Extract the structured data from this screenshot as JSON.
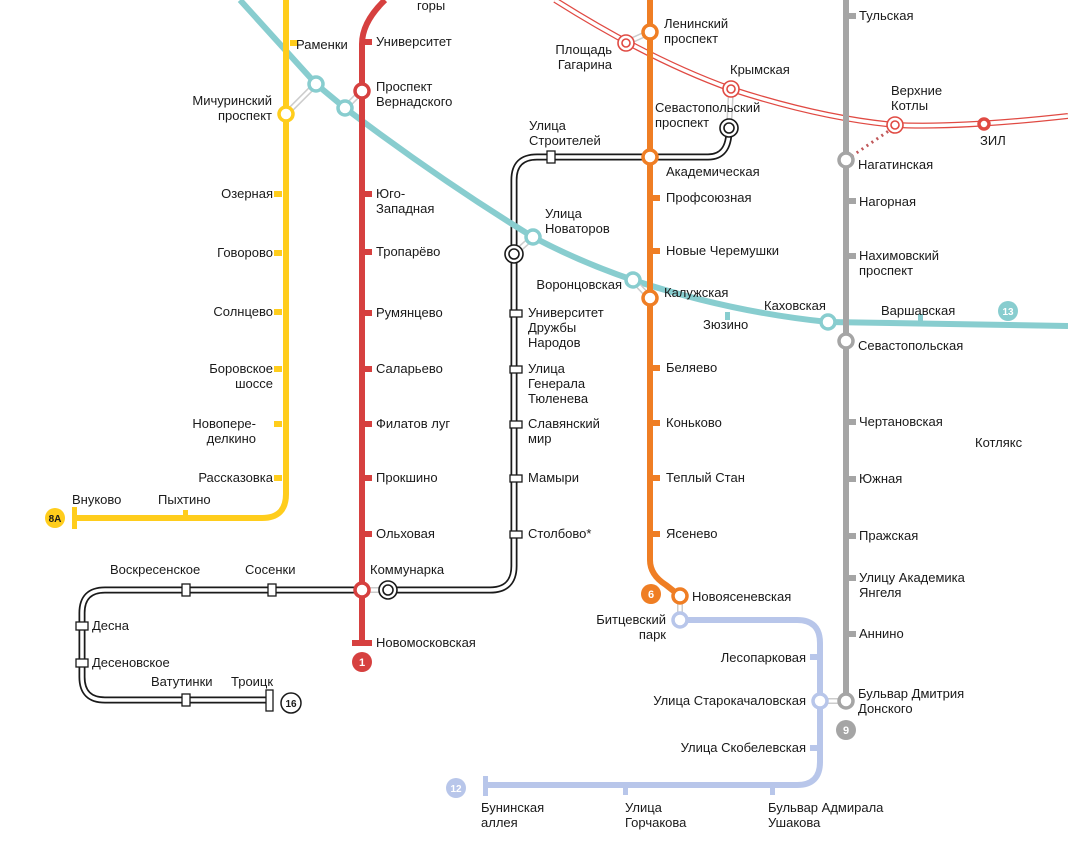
{
  "colors": {
    "line1": "#d6403f",
    "line6": "#ef7e24",
    "line8a": "#ffcd1c",
    "line9": "#a5a5a5",
    "line11": "#88cdcf",
    "line12": "#b8c6ea",
    "mcc": "#e04a43",
    "black": "#1a1a1a"
  },
  "lines": [
    {
      "id": "line-8a",
      "badge": "8А",
      "stations": [
        "Раменки",
        "Мичуринский\nпроспект",
        "Озерная",
        "Говорово",
        "Солнцево",
        "Боровское\nшоссе",
        "Новопере-\nделкино",
        "Рассказовка",
        "Внуково",
        "Пыхтино"
      ]
    },
    {
      "id": "line-1",
      "badge": "1",
      "stations": [
        "горы",
        "Университет",
        "Проспект\nВернадского",
        "Юго-\nЗападная",
        "Тропарёво",
        "Румянцево",
        "Саларьево",
        "Филатов луг",
        "Прокшино",
        "Ольховая",
        "Коммунарка",
        "Новомосковская"
      ]
    },
    {
      "id": "line-11",
      "badge": "13",
      "stations": [
        "Улица\nНоваторов",
        "Воронцовская",
        "Зюзино",
        "Каховская",
        "Варшавская"
      ]
    },
    {
      "id": "line-6",
      "badge": "6",
      "stations": [
        "Ленинский\nпроспект",
        "Академическая",
        "Профсоюзная",
        "Новые Черемушки",
        "Калужская",
        "Беляево",
        "Коньково",
        "Теплый Стан",
        "Ясенево",
        "Новоясеневская"
      ]
    },
    {
      "id": "line-9",
      "badge": "9",
      "stations": [
        "Тульская",
        "Нагатинская",
        "Нагорная",
        "Нахимовский\nпроспект",
        "Севастопольская",
        "Чертановская",
        "Южная",
        "Пражская",
        "Улицу Академика\nЯнгеля",
        "Аннино",
        "Бульвар Дмитрия\nДонского"
      ]
    },
    {
      "id": "mcc",
      "badge": "",
      "stations": [
        "Площадь\nГагарина",
        "Крымская",
        "Верхние\nКотлы",
        "ЗИЛ"
      ]
    },
    {
      "id": "bkl",
      "badge": "",
      "stations": [
        "Улица\nСтроителей",
        "Севастопольский\nпроспект",
        "Университет\nДружбы\nНародов",
        "Улица\nГенерала\nТюленева",
        "Славянский\nмир",
        "Мамыри",
        "Столбово*"
      ]
    },
    {
      "id": "line-16",
      "badge": "16",
      "stations": [
        "Воскресенское",
        "Сосенки",
        "Десна",
        "Десеновское",
        "Ватутинки",
        "Троицк"
      ]
    },
    {
      "id": "line-12",
      "badge": "12",
      "stations": [
        "Битцевский\nпарк",
        "Лесопарковая",
        "Улица Старокачаловская",
        "Улица Скобелевская",
        "Бульвар Адмирала\nУшакова",
        "Улица\nГорчакова",
        "Бунинская\nаллея"
      ]
    },
    {
      "id": "other",
      "badge": "",
      "stations": [
        "Котлякс"
      ]
    }
  ]
}
